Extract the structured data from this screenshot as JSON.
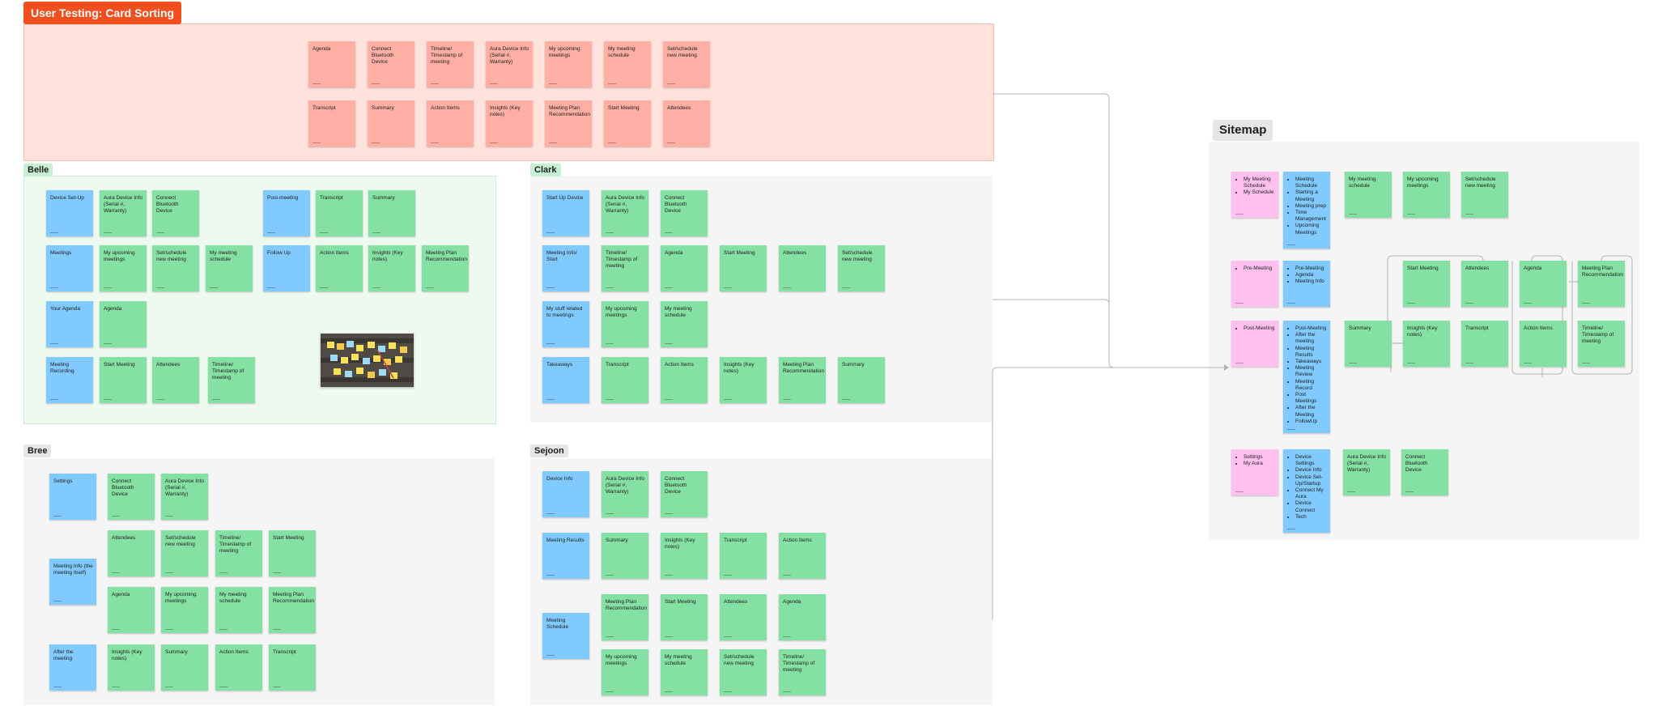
{
  "board_title": "User Testing: Card Sorting",
  "sitemap_title": "Sitemap",
  "sections": {
    "belle": "Belle",
    "clark": "Clark",
    "bree": "Bree",
    "sejoon": "Sejoon"
  },
  "colors": {
    "title_chip": "#f24e1e",
    "red_section_bg": "#ffe2dc",
    "green_section_bg": "#eefaf0",
    "gray_section_bg": "#f5f5f5",
    "sticky_red": "#ffafa3",
    "sticky_green": "#85e0a3",
    "sticky_blue": "#80caff",
    "sticky_pink": "#ffc0ef",
    "connector": "#b3b3b3"
  },
  "cards_pool": {
    "row1": [
      "Agenda",
      "Connect Bluetooth Device",
      "Timeline/ Timestamp of meeting",
      "Aura Device Info (Serial #, Warranty)",
      "My upcoming meetings",
      "My meeting schedule",
      "Set/schedule new meeting"
    ],
    "row2": [
      "Transcript",
      "Summary",
      "Action Items",
      "Insights (Key notes)",
      "Meeting Plan Recommendation",
      "Start Meeting",
      "Attendees"
    ]
  },
  "belle": {
    "groups": [
      {
        "category": "Device Set-Up",
        "cards": [
          "Aura Device Info (Serial #, Warranty)",
          "Connect Bluetooth Device"
        ]
      },
      {
        "category": "Meetings",
        "cards": [
          "My upcoming meetings",
          "Set/schedule new meeting",
          "My meeting schedule"
        ]
      },
      {
        "category": "Your Agenda",
        "cards": [
          "Agenda"
        ]
      },
      {
        "category": "Meeting Recording",
        "cards": [
          "Start Meeting",
          "Attendees",
          "Timeline/ Timestamp of meeting"
        ]
      },
      {
        "category": "Post-meeting",
        "cards": [
          "Transcript",
          "Summary"
        ]
      },
      {
        "category": "Follow Up",
        "cards": [
          "Action Items",
          "Insights (Key notes)",
          "Meeting Plan Recommendation"
        ]
      }
    ]
  },
  "clark": {
    "groups": [
      {
        "category": "Start Up Device",
        "cards": [
          "Aura Device Info (Serial #, Warranty)",
          "Connect Bluetooth Device"
        ]
      },
      {
        "category": "Meeting Info/ Start",
        "cards": [
          "Timeline/ Timestamp of meeting",
          "Agenda",
          "Start Meeting",
          "Attendees",
          "Set/schedule new meeting"
        ]
      },
      {
        "category": "My stuff related to meetings",
        "cards": [
          "My upcoming meetings",
          "My meeting schedule"
        ]
      },
      {
        "category": "Takeaways",
        "cards": [
          "Transcript",
          "Action Items",
          "Insights (Key notes)",
          "Meeting Plan Recommendation",
          "Summary"
        ]
      }
    ]
  },
  "bree": {
    "settings": {
      "category": "Settings",
      "cards": [
        "Connect Bluetooth Device",
        "Aura Device Info (Serial #, Warranty)"
      ]
    },
    "meeting_info": {
      "category": "Meeting Info (the meeting itself)",
      "row1": [
        "Attendees",
        "Set/schedule new meeting",
        "Timeline/ Timestamp of meeting",
        "Start Meeting"
      ],
      "row2": [
        "Agenda",
        "My upcoming meetings",
        "My meeting schedule",
        "Meeting Plan Recommendation"
      ]
    },
    "after": {
      "category": "After the meeting",
      "cards": [
        "Insights (Key notes)",
        "Summary",
        "Action Items",
        "Transcript"
      ]
    }
  },
  "sejoon": {
    "groups": [
      {
        "category": "Device Info",
        "cards": [
          "Aura Device Info (Serial #, Warranty)",
          "Connect Bluetooth Device"
        ]
      },
      {
        "category": "Meeting Results",
        "cards": [
          "Summary",
          "Insights (Key notes)",
          "Transcript",
          "Action Items"
        ]
      },
      {
        "category": "Meeting Schedule",
        "row1": [
          "Meeting Plan Recommendation",
          "Start Meeting",
          "Attendees",
          "Agenda"
        ],
        "row2": [
          "My upcoming meetings",
          "My meeting schedule",
          "Set/schedule new meeting",
          "Timeline/ Timestamp of meeting"
        ]
      }
    ]
  },
  "sitemap": {
    "pink1": [
      "My Meeting Schedule",
      "My Schedule"
    ],
    "blue1": [
      "Meeting Schedule",
      "Starting a Meeting",
      "Meeting prep",
      "Time Management",
      "Upcoming Meetings"
    ],
    "green1": [
      "My meeting schedule",
      "My upcoming meetings",
      "Set/schedule new meeting"
    ],
    "pink2": [
      "Pre-Meeting"
    ],
    "blue2": [
      "Pre-Meeting",
      "Agenda",
      "Meeting Info"
    ],
    "green2": [
      "Start Meeting",
      "Attendees",
      "Agenda",
      "Meeting Plan Recommendation"
    ],
    "pink3": [
      "Post-Meeting"
    ],
    "blue3": [
      "Post-Meeting",
      "After the meeting",
      "Meeting Results",
      "Takeaways",
      "Meeting Review",
      "Meeting Record",
      "Post Meetings",
      "After the Meeting",
      "FollowUp"
    ],
    "green3": [
      "Summary",
      "Insights (Key notes)",
      "Transcript",
      "Action Items",
      "Timeline/ Timestamp of meeting"
    ],
    "pink4": [
      "Settings",
      "My Aura"
    ],
    "blue4": [
      "Device Settings",
      "Device Info",
      "Device Set-Up/Startup",
      "Connect My Aura",
      "Device Connect",
      "Tech"
    ],
    "green4": [
      "Aura Device Info (Serial #, Warranty)",
      "Connect Bluetooth Device"
    ]
  }
}
